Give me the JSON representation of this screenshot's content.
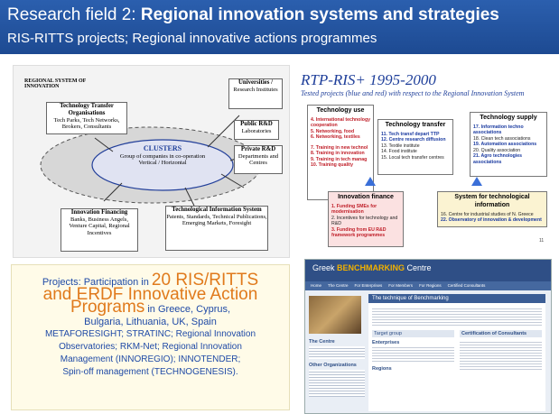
{
  "header": {
    "title_prefix": "Research field 2: ",
    "title_bold": "Regional innovation systems and strategies",
    "subtitle": "RIS-RITTS projects; Regional innovative actions programmes"
  },
  "ris_diagram": {
    "title": "Regional System of Innovation",
    "tto_title": "Technology Transfer Organisations",
    "tto_text": "Tech Parks, Tech Networks, Brokers, Consultants",
    "univ_title": "Universities /",
    "univ_text": "Research Institutes",
    "public_title": "Public R&D",
    "public_text": "Laboratories",
    "private_title": "Private R&D",
    "private_text": "Departments and Centres",
    "clusters_title": "CLUSTERS",
    "clusters_text": "Group of companies in co-operation Vertical / Horizontal",
    "finance_title": "Innovation Financing",
    "finance_text": "Banks, Business Angels, Venture Capital, Regional Incentives",
    "tis_title": "Technological Information System",
    "tis_text": "Patents, Standards, Technical Publications, Emerging Markets, Foresight"
  },
  "rtp": {
    "title": "RTP-RIS+ 1995-2000",
    "subtitle": "Tested projects (blue and red) with respect to the Regional Innovation System",
    "use_title": "Technology use",
    "use_items": [
      "4. International technology cooperation",
      "5. Networking, food",
      "6. Networking, textiles",
      "7. Training in new technol",
      "8. Training in innovation",
      "9. Training in tech manag",
      "10. Training quality"
    ],
    "transfer_title": "Technology transfer",
    "transfer_items": [
      "11. Tech transf depart TTP",
      "12. Centre research diffusion",
      "13. Textile institute",
      "14. Food institute",
      "15. Local tech transfer centres"
    ],
    "supply_title": "Technology supply",
    "supply_items": [
      "17. Information techno associations",
      "18. Clean tech associations",
      "19. Automation associations",
      "20. Quality association",
      "21. Agro technologies associations"
    ],
    "finance_title": "Innovation finance",
    "finance_items": [
      "1. Funding SMEs for modernisation",
      "2. Incentives for technology and R&D",
      "3. Funding from EU R&D framework programmes"
    ],
    "system_title": "System for technological information",
    "system_items": [
      "16. Centre for industrial studies of N. Greece",
      "22. Observatory of innovation & development"
    ],
    "page_number": "11"
  },
  "projects": {
    "line1_pre": "Projects: Participation in ",
    "line1_big": "20 RIS/RITTS",
    "line2_big": "and ERDF Innovative Action",
    "line3_big": "Programs",
    "line3_post": " in Greece, Cyprus,",
    "line4": "Bulgaria, Lithuania, UK, Spain",
    "line5": "METAFORESIGHT; STRATINC; Regional Innovation",
    "line6": "Observatories; RKM-Net; Regional Innovation",
    "line7": "Management (INNOREGIO); INNOTENDER;",
    "line8": "Spin-off management (TECHNOGENESIS)."
  },
  "website": {
    "logo_pre": "Greek ",
    "logo_bold": "BENCHMARKING",
    "logo_post": " Centre",
    "nav": [
      "Home",
      "The Centre",
      "For Enterprises",
      "For Members",
      "For Regions",
      "Certified Consultants"
    ],
    "heading": "The technique of Benchmarking",
    "sidebar_centre": "The Centre",
    "sidebar_orgs": "Other Organizations",
    "target_group": "Target group",
    "enterprises": "Enterprises",
    "regions": "Regions",
    "certification": "Certification of Consultants"
  },
  "colors": {
    "header": "#1d4a92",
    "accent": "#e07a1c",
    "text_blue": "#1f4aa6",
    "red": "#c0202a"
  }
}
